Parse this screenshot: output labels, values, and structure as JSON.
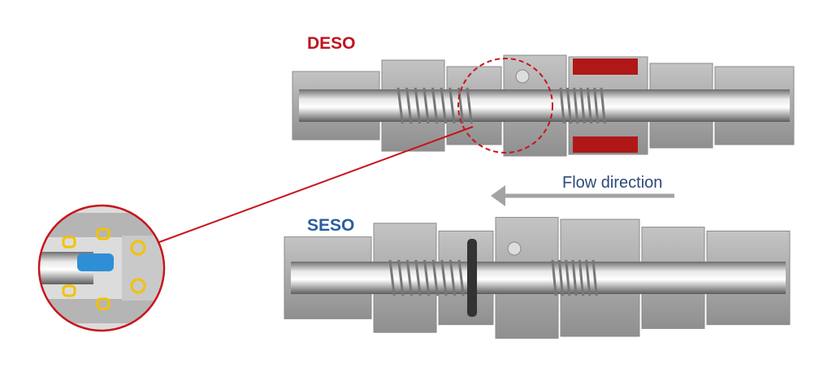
{
  "labels": {
    "deso": "DESO",
    "seso": "SESO",
    "flow_direction": "Flow direction"
  },
  "colors": {
    "deso": "#c0141b",
    "seso": "#2a5ea0",
    "flow_text": "#2d4a7a",
    "arrow": "#a3a3a3",
    "callout": "#c8141c",
    "metal": "#a9a9a9",
    "highlight_seal": "#f2c200",
    "inset_part": "#2e8fd6"
  }
}
